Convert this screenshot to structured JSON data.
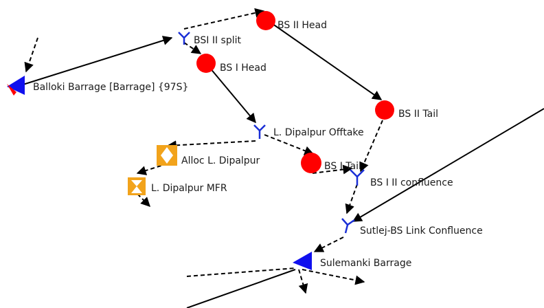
{
  "diagram": {
    "colors": {
      "line": "#000000",
      "reservoir": "#ff0000",
      "junction": "#1a2fd6",
      "barrage": "#1010ee",
      "allocation": "#f2a31b",
      "label": "#1a1a1a"
    },
    "nodes": {
      "balloki": {
        "label": "Balloki Barrage [Barrage] {97S}",
        "kind": "barrage",
        "icon": "triangle-icon"
      },
      "bs_ii_split": {
        "label": "BSI II split",
        "kind": "junction",
        "icon": "y-junction-icon"
      },
      "bs_ii_head": {
        "label": "BS II Head",
        "kind": "reservoir",
        "icon": "red-circle-icon"
      },
      "bs_i_head": {
        "label": "BS I Head",
        "kind": "reservoir",
        "icon": "red-circle-icon"
      },
      "bs_ii_tail": {
        "label": "BS II Tail",
        "kind": "reservoir",
        "icon": "red-circle-icon"
      },
      "l_dipalpur_offtake": {
        "label": "L. Dipalpur Offtake",
        "kind": "junction",
        "icon": "y-junction-icon"
      },
      "bs_i_tail": {
        "label": "BS I Tail",
        "kind": "reservoir",
        "icon": "red-circle-icon"
      },
      "alloc_l_dipalpur": {
        "label": "Alloc L. Dipalpur",
        "kind": "allocation",
        "icon": "diamond-square-icon"
      },
      "l_dipalpur_mfr": {
        "label": "L. Dipalpur MFR",
        "kind": "mfr",
        "icon": "triangle-pair-icon"
      },
      "bs_i_ii_confluence": {
        "label": "BS I II confluence",
        "kind": "junction",
        "icon": "y-junction-icon"
      },
      "sutlej_bs_link_confluence": {
        "label": "Sutlej-BS Link Confluence",
        "kind": "junction",
        "icon": "y-junction-icon"
      },
      "sulemanki": {
        "label": "Sulemanki Barrage",
        "kind": "barrage",
        "icon": "triangle-icon"
      }
    }
  }
}
